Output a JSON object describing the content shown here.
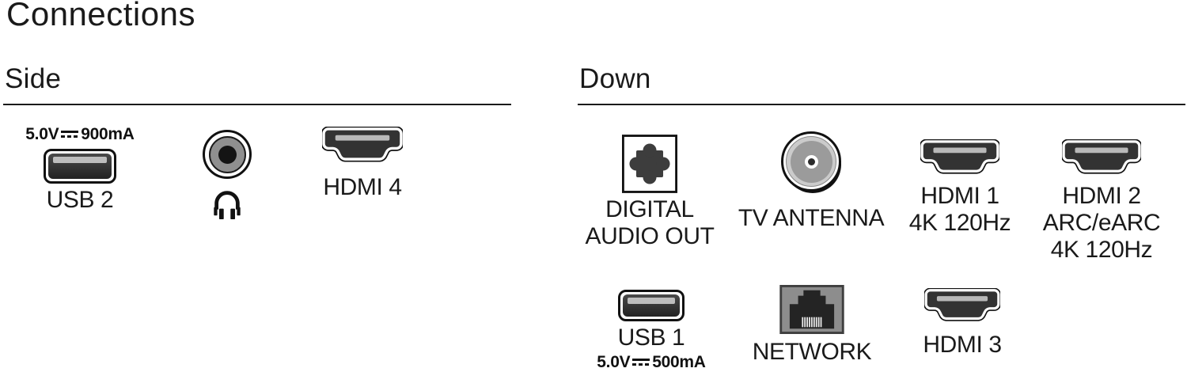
{
  "title": "Connections",
  "sections": {
    "side": {
      "label": "Side"
    },
    "down": {
      "label": "Down"
    }
  },
  "connectors": {
    "usb2": {
      "icon": "usb-a-port-icon",
      "dc_icon": "dc-voltage-icon",
      "power_prefix": "5.0V",
      "power_suffix": "900mA",
      "label": "USB 2"
    },
    "headphones": {
      "icon": "headphone-jack-icon",
      "secondary_icon": "headphones-icon"
    },
    "hdmi4": {
      "icon": "hdmi-port-icon",
      "label": "HDMI 4"
    },
    "digital_audio_out": {
      "icon": "toslink-port-icon",
      "label_line1": "DIGITAL",
      "label_line2": "AUDIO OUT"
    },
    "tv_antenna": {
      "icon": "coax-port-icon",
      "label": "TV ANTENNA"
    },
    "hdmi1": {
      "icon": "hdmi-port-icon",
      "label": "HDMI 1",
      "sub1": "4K 120Hz"
    },
    "hdmi2": {
      "icon": "hdmi-port-icon",
      "label": "HDMI 2",
      "sub1": "ARC/eARC",
      "sub2": "4K 120Hz"
    },
    "usb1": {
      "icon": "usb-a-port-icon",
      "dc_icon": "dc-voltage-icon",
      "label": "USB 1",
      "power_prefix": "5.0V",
      "power_suffix": "500mA"
    },
    "network": {
      "icon": "rj45-port-icon",
      "label": "NETWORK"
    },
    "hdmi3": {
      "icon": "hdmi-port-icon",
      "label": "HDMI 3"
    }
  },
  "colors": {
    "text": "#1a1a1a",
    "port_dark": "#333333",
    "slot_light": "#b9b9b9",
    "jack_gray": "#8f8f8f",
    "coax_light_ring": "#cbcbcb",
    "coax_disc": "#9b9b9b",
    "rj45_body": "#8d8d8d",
    "background": "#ffffff"
  }
}
